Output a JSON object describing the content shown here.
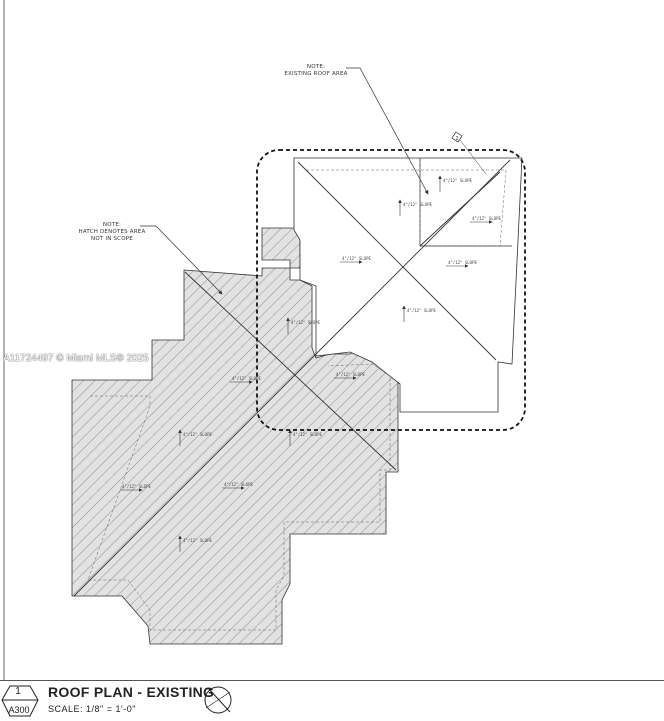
{
  "notes": {
    "existing_roof": {
      "line1": "NOTE:",
      "line2": "EXISTING ROOF AREA"
    },
    "hatch": {
      "line1": "NOTE:",
      "line2": "HATCH DENOTES AREA",
      "line3": "NOT IN SCOPE"
    }
  },
  "watermark": "A11724497 © Miami MLS® 2025",
  "revision_tag": "2",
  "slope_label": "4\"/12\"",
  "slope_sub": "SLOPE",
  "title_block": {
    "view_number": "1",
    "sheet_number": "A300",
    "title": "ROOF PLAN - EXISTING",
    "scale": "SCALE:  1/8\"  =  1'-0\""
  },
  "colors": {
    "hatch_fill": "#e2e2e2",
    "line": "#333333"
  }
}
